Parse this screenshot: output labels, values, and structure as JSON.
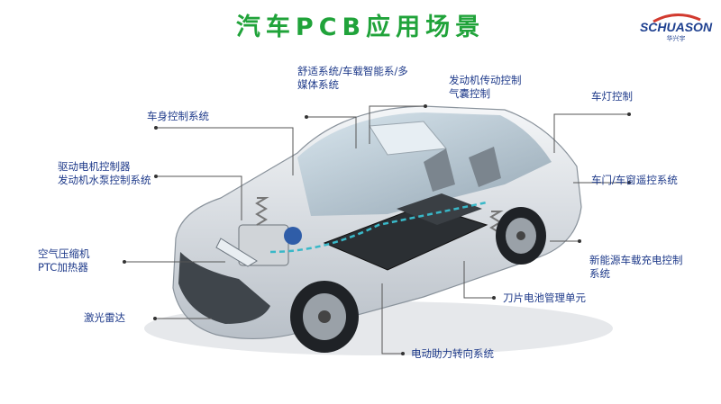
{
  "title": "汽车PCB应用场景",
  "logo": {
    "text": "SCHUASON",
    "sub": "华兴宇"
  },
  "labels": {
    "comfort_1": "舒适系统/车载智能系/多",
    "comfort_2": "媒体系统",
    "engine_1": "发动机传动控制",
    "engine_2": "气囊控制",
    "body": "车身控制系统",
    "lamp": "车灯控制",
    "motor_1": "驱动电机控制器",
    "motor_2": "发动机水泵控制系统",
    "door": "车门/车窗遥控系统",
    "ac_1": "空气压缩机",
    "ac_2": "PTC加热器",
    "charge_1": "新能源车载充电控制",
    "charge_2": "系统",
    "blade": "刀片电池管理单元",
    "lidar": "激光雷达",
    "steering": "电动助力转向系统"
  }
}
